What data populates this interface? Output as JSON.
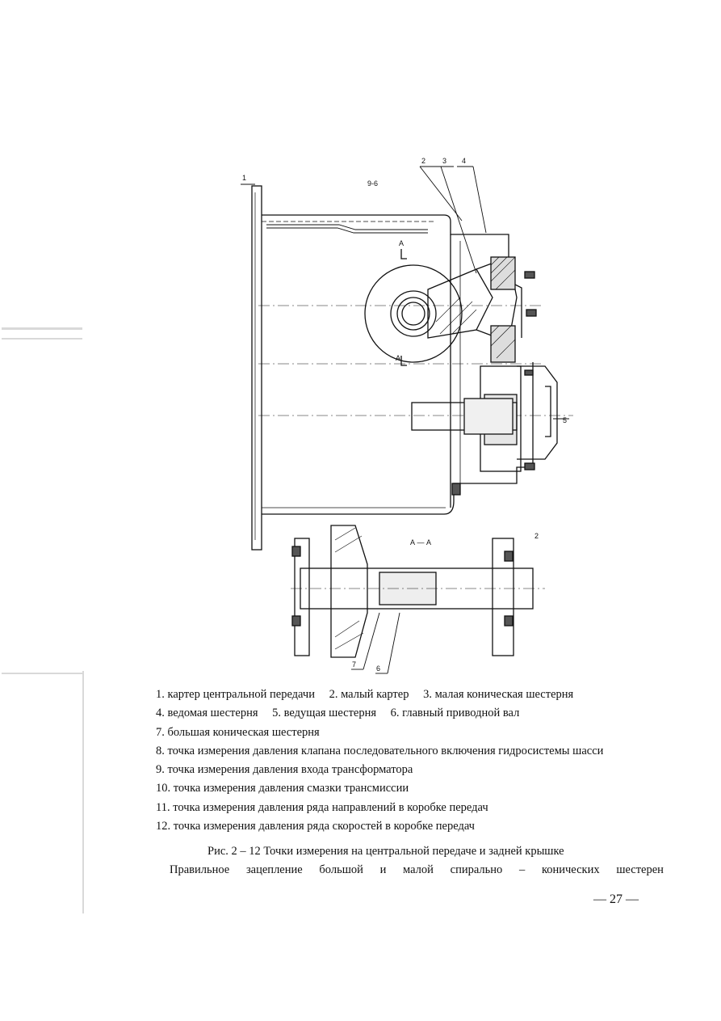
{
  "figure": {
    "callouts": [
      "1",
      "2",
      "3",
      "4",
      "5",
      "6",
      "7"
    ],
    "section_labels": [
      "А",
      "А",
      "А — А"
    ],
    "drawing_code": "9-6",
    "corner_mark": "2"
  },
  "legend": [
    [
      "1. картер центральной передачи",
      "2. малый картер",
      "3. малая коническая шестерня"
    ],
    [
      "4. ведомая шестерня",
      "5. ведущая шестерня",
      "6. главный приводной вал"
    ],
    [
      "7. большая коническая шестерня"
    ],
    [
      "8. точка измерения давления клапана последовательного включения гидросистемы шасси"
    ],
    [
      "9. точка измерения давления входа трансформатора"
    ],
    [
      "10. точка измерения давления смазки трансмиссии"
    ],
    [
      "11. точка измерения давления ряда направлений в коробке передач"
    ],
    [
      "12. точка измерения давления ряда скоростей в коробке передач"
    ]
  ],
  "caption": "Рис. 2 – 12 Точки измерения на центральной передаче и задней крышке",
  "body_words": [
    "Правильное",
    "зацепление",
    "большой",
    "и",
    "малой",
    "спирально",
    "–",
    "конических",
    "шестерен"
  ],
  "page_number": "— 27 —"
}
